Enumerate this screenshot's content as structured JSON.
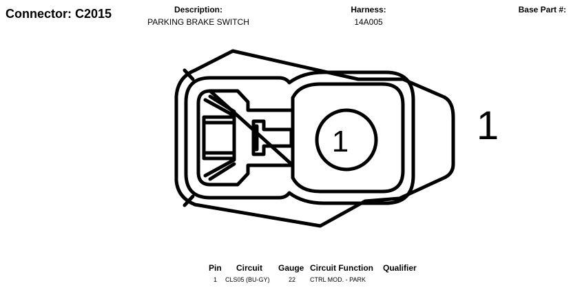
{
  "connector": {
    "label": "Connector: C2015"
  },
  "header": {
    "description_label": "Description:",
    "description_value": "PARKING BRAKE SWITCH",
    "harness_label": "Harness:",
    "harness_value": "14A005",
    "base_part_label": "Base Part #:"
  },
  "diagram": {
    "cavity_number": "1",
    "side_label": "1",
    "stroke_color": "#000000"
  },
  "pin_table": {
    "headers": {
      "pin": "Pin",
      "circuit": "Circuit",
      "gauge": "Gauge",
      "function": "Circuit Function",
      "qualifier": "Qualifier"
    },
    "rows": [
      {
        "pin": "1",
        "circuit": "CLS05 (BU-GY)",
        "gauge": "22",
        "function": "CTRL MOD. - PARK",
        "qualifier": ""
      }
    ]
  }
}
